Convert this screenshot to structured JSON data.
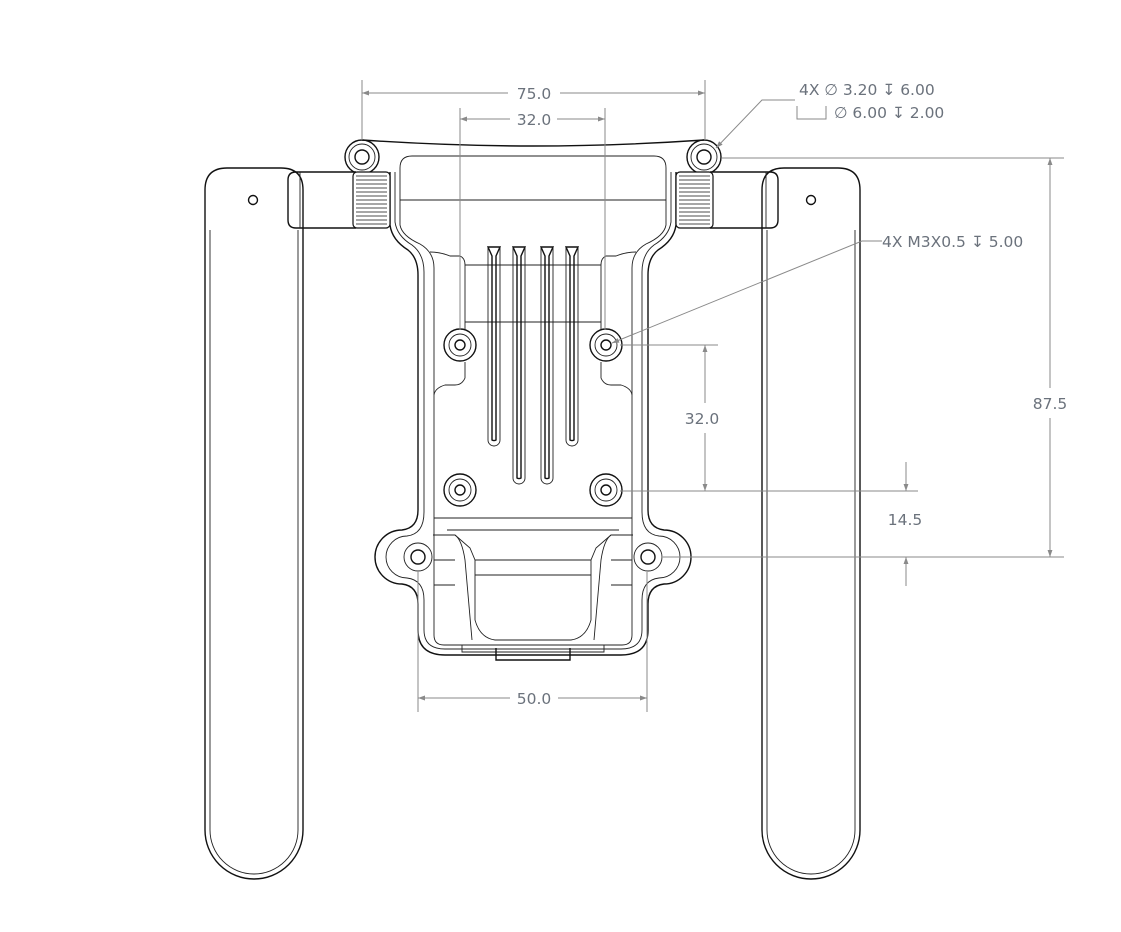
{
  "dimensions": {
    "overall_hole_span": "75.0",
    "top_inner_span": "32.0",
    "vertical_hole_spacing": "32.0",
    "overall_height": "87.5",
    "offset_height": "14.5",
    "bottom_hole_span": "50.0"
  },
  "callouts": {
    "through_hole": "4X ∅ 3.20 ↧ 6.00",
    "counterbore": "∅ 6.00 ↧ 2.00",
    "threaded_hole": "4X M3X0.5 ↧ 5.00"
  },
  "colors": {
    "line": "#111111",
    "dimension": "#8a8a8a",
    "text": "#6b727c"
  }
}
